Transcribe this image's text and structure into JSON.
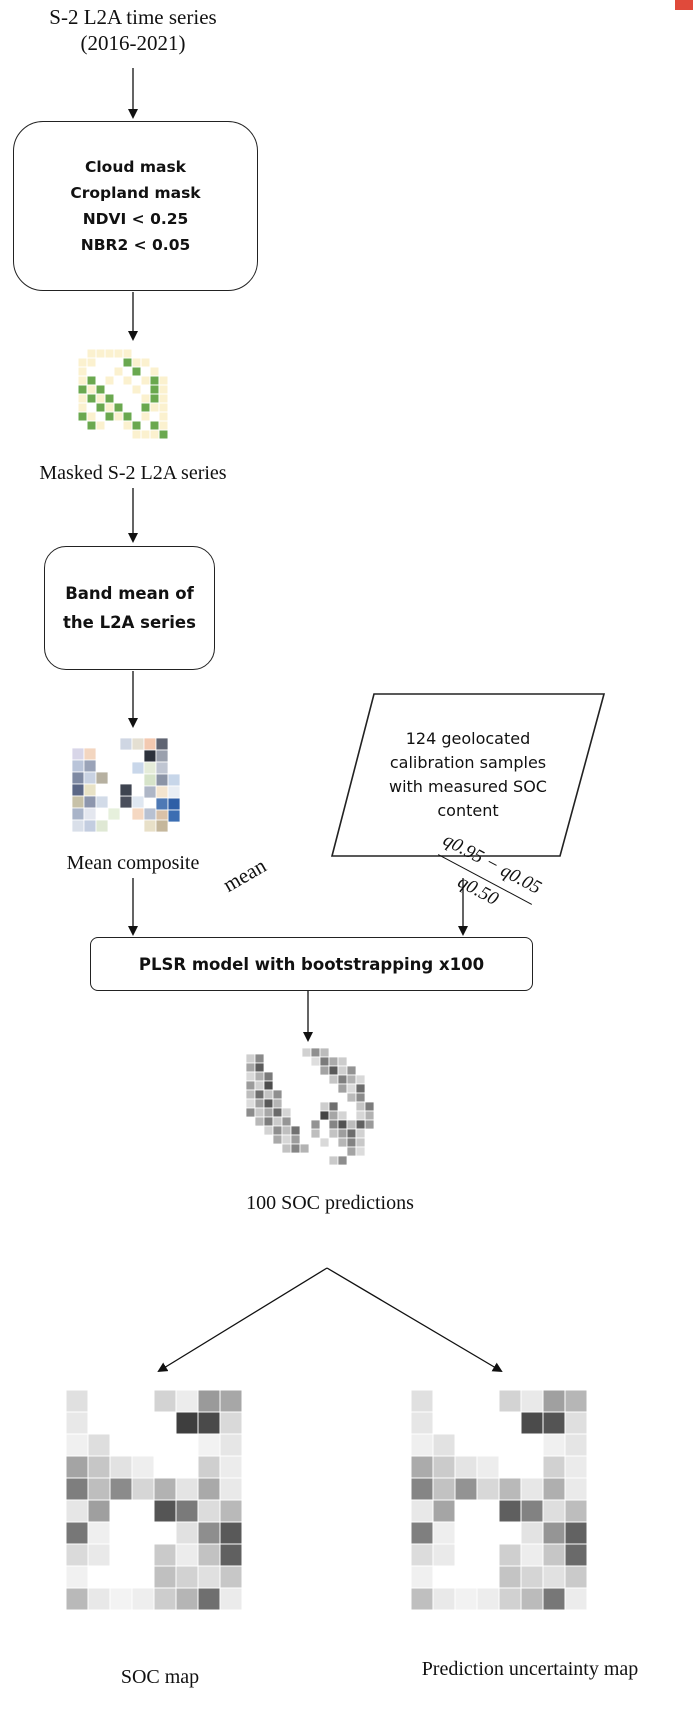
{
  "colors": {
    "line": "#111111",
    "mask_green": "#6aa84f",
    "mask_cream": "#fbf1cf",
    "accent_corner": "#e04a3b"
  },
  "input": {
    "line1": "S-2 L2A time series",
    "line2": "(2016-2021)"
  },
  "mask_box": {
    "lines": [
      "Cloud mask",
      "Cropland mask",
      "NDVI < 0.25",
      "NBR2 < 0.05"
    ]
  },
  "masked_label": "Masked S-2 L2A series",
  "band_mean_box": {
    "line1": "Band mean of",
    "line2": "the L2A series"
  },
  "calibration_box": {
    "lines": [
      "124 geolocated",
      "calibration samples",
      "with measured SOC",
      "content"
    ]
  },
  "composite_label": "Mean composite",
  "plsr_box": "PLSR model with bootstrapping x100",
  "predictions_label": "100 SOC predictions",
  "branch_left": "mean",
  "branch_right": {
    "numerator": "q0.95 − q0.05",
    "denominator": "q0.50"
  },
  "soc_map_label": "SOC map",
  "uncertainty_label": "Prediction uncertainty map",
  "icons": [
    "masked-series-thumbnail",
    "mean-composite-thumbnail",
    "predictions-stack-thumbnail",
    "soc-map-thumbnail",
    "uncertainty-map-thumbnail"
  ]
}
